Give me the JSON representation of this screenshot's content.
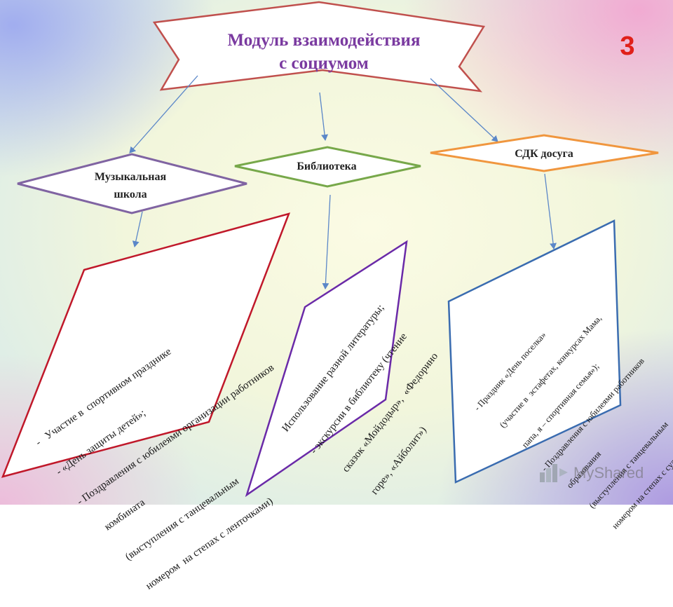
{
  "title_line1": "Модуль  взаимодействия",
  "title_line2": "с социумом",
  "page_number": "3",
  "nodes": {
    "music": {
      "line1": "Музыкальная",
      "line2": "школа"
    },
    "library": {
      "label": "Библиотека"
    },
    "sdk": {
      "label": "СДК  досуга"
    }
  },
  "notes": {
    "music": [
      "-   Участие в  спортивном празднике",
      "- «День защиты детей»;",
      "- Поздравления с юбилеями организации работников",
      "   комбината",
      "   (выступления с танцевальным",
      "   номером  на степах с ленточками)"
    ],
    "library": [
      "Использование разной литературы;",
      "- экскурсии в библиотеку (чтение",
      "  сказок «Мойдодыр»,  «Федорино",
      "  горе», «Айболит»)"
    ],
    "sdk": [
      "- Праздник «День поселка»",
      "  (участие в  эстафетах, конкурсах Мама,",
      "  папа, я – спортивная семья»);",
      "- Поздравления с юбилеями работников",
      "  образования",
      "  (выступления с танцевальным",
      "  номером на степах с султанчиками);"
    ]
  },
  "watermark": "MyShared",
  "colors": {
    "title": "#7a3aa0",
    "page_number": "#e0201a",
    "title_border": "#c0504d",
    "music_border": "#8064a2",
    "library_border": "#77a84a",
    "sdk_border": "#f0963e",
    "music_note_border": "#c0182a",
    "library_note_border": "#6a2aa8",
    "sdk_note_border": "#3a6cb0",
    "arrows": "#5b87c8"
  }
}
